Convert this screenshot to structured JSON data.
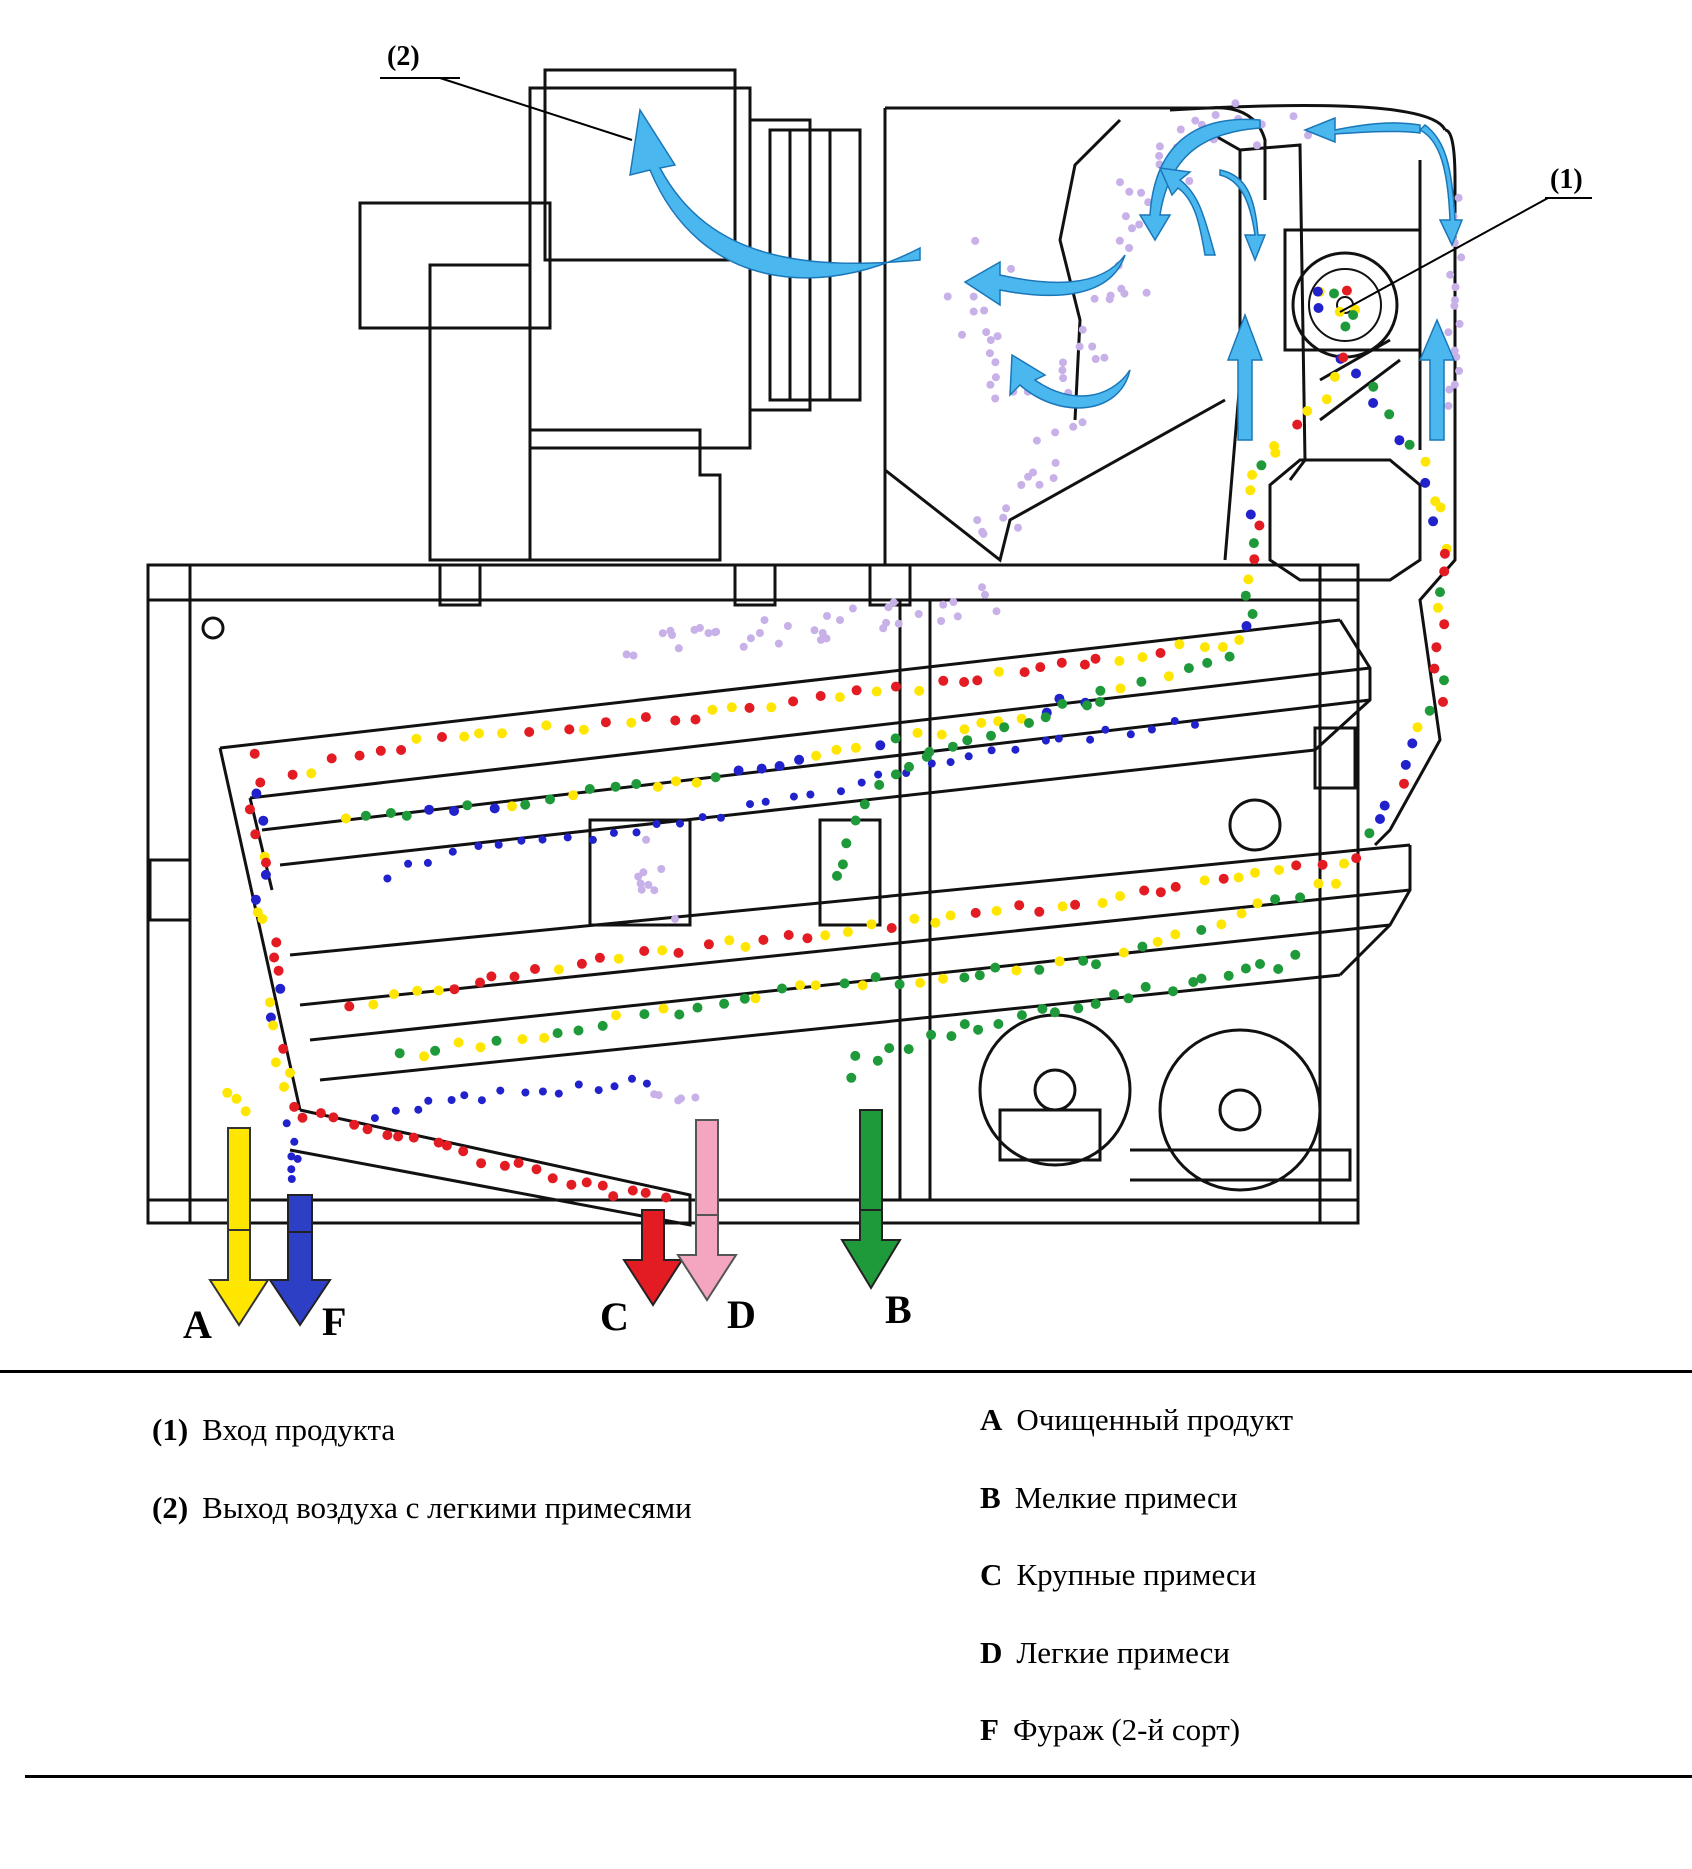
{
  "callouts": {
    "inlet": "(1)",
    "air_outlet": "(2)"
  },
  "outlets": {
    "A": "A",
    "F": "F",
    "C": "C",
    "D": "D",
    "B": "B"
  },
  "colors": {
    "yellow_clean": "#ffe600",
    "blue_feed": "#2222cc",
    "red_large": "#e31b23",
    "pink_light": "#f4a6c0",
    "green_small": "#1f9a3a",
    "lilac_dust": "#c8b0e8",
    "air_arrow": "#4ab8ee"
  },
  "legend": {
    "left": [
      {
        "key": "(1)",
        "text": "Вход продукта"
      },
      {
        "key": "(2)",
        "text": "Выход воздуха с легкими примесями"
      }
    ],
    "right": [
      {
        "key": "A",
        "text": "Очищенный продукт"
      },
      {
        "key": "B",
        "text": "Мелкие примеси"
      },
      {
        "key": "C",
        "text": "Крупные примеси"
      },
      {
        "key": "D",
        "text": "Легкие примеси"
      },
      {
        "key": "F",
        "text": "Фураж (2-й сорт)"
      }
    ]
  }
}
